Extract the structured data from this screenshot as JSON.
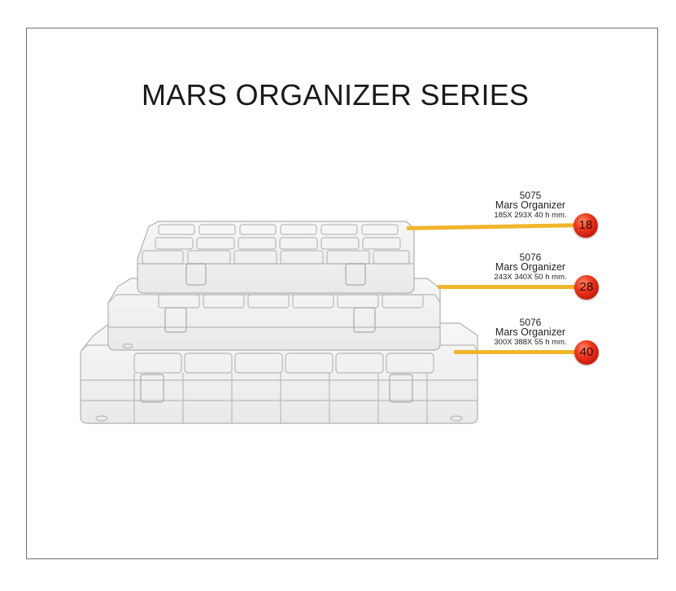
{
  "title": "MARS ORGANIZER SERIES",
  "colors": {
    "bar": "#f1b52a",
    "badge": "#e0301a",
    "frame": "#6e6e6e",
    "title": "#1a1a1a"
  },
  "products": [
    {
      "code": "5075",
      "name": "Mars Organizer",
      "dimensions": "185X 293X 40 h mm.",
      "compartments": "18"
    },
    {
      "code": "5076",
      "name": "Mars Organizer",
      "dimensions": "243X 340X 50 h mm.",
      "compartments": "28"
    },
    {
      "code": "5076",
      "name": "Mars Organizer",
      "dimensions": "300X 388X 55 h mm.",
      "compartments": "40"
    }
  ],
  "illustration": {
    "label": "stacked-transparent-organizer-boxes"
  }
}
